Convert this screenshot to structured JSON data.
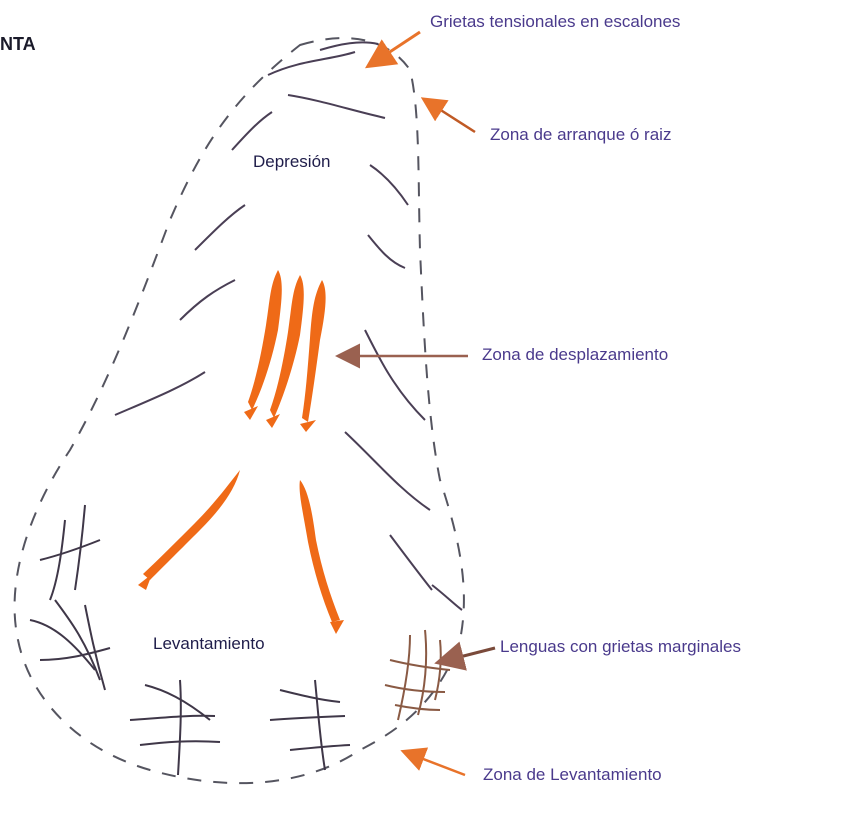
{
  "header": {
    "text": "NTA"
  },
  "zones": {
    "depression": "Depresión",
    "uplift": "Levantamiento"
  },
  "annotations": {
    "tension_cracks": "Grietas tensionales en escalones",
    "root_zone": "Zona de arranque ó raiz",
    "displacement_zone": "Zona de desplazamiento",
    "marginal_cracks": "Lenguas con grietas marginales",
    "uplift_zone": "Zona de Levantamiento"
  },
  "colors": {
    "outline": "#555560",
    "crack": "#4a3f55",
    "flow_arrow": "#ef6a17",
    "pointer_orange": "#e8732a",
    "pointer_brown": "#9a6150",
    "tongue": "#8a5a44",
    "label_dark": "#1f1d4a",
    "label_purple": "#4a3a8c"
  }
}
